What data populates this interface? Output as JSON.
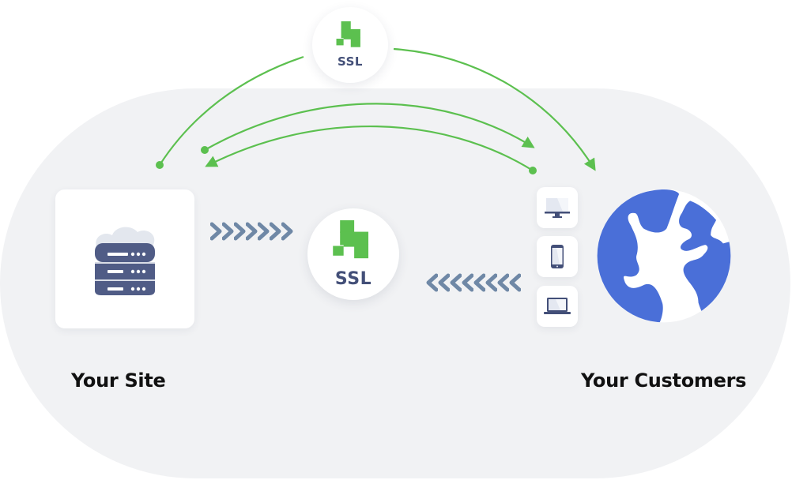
{
  "diagram": {
    "title": "SSL certificate encryption flow",
    "colors": {
      "background": "#f1f2f4",
      "accent_green": "#5cc04f",
      "navy": "#434f78",
      "chevron": "#6f88a6",
      "globe_blue": "#4a6fd8",
      "cloud": "#e3e7ee"
    },
    "top_badge": {
      "label": "SSL",
      "icon": "ssl-puzzle-icon"
    },
    "center_badge": {
      "label": "SSL",
      "icon": "ssl-puzzle-icon"
    },
    "nodes": {
      "site": {
        "label": "Your Site",
        "icon": "cloud-server-icon"
      },
      "customers": {
        "label": "Your Customers",
        "icon": "globe-icon"
      }
    },
    "devices": [
      {
        "name": "desktop",
        "icon": "desktop-monitor-icon"
      },
      {
        "name": "mobile",
        "icon": "smartphone-icon"
      },
      {
        "name": "laptop",
        "icon": "laptop-icon"
      }
    ],
    "flows": {
      "site_to_ssl_chevrons": {
        "direction": "right",
        "count": 7
      },
      "devices_to_ssl_chevrons": {
        "direction": "left",
        "count": 8
      },
      "arcs": [
        {
          "name": "ssl-to-site",
          "from": "top_badge",
          "to": "site"
        },
        {
          "name": "ssl-to-customers",
          "from": "top_badge",
          "to": "customers"
        },
        {
          "name": "site-to-devices",
          "from": "site",
          "to": "devices"
        },
        {
          "name": "devices-to-site",
          "from": "devices",
          "to": "site"
        }
      ]
    }
  }
}
